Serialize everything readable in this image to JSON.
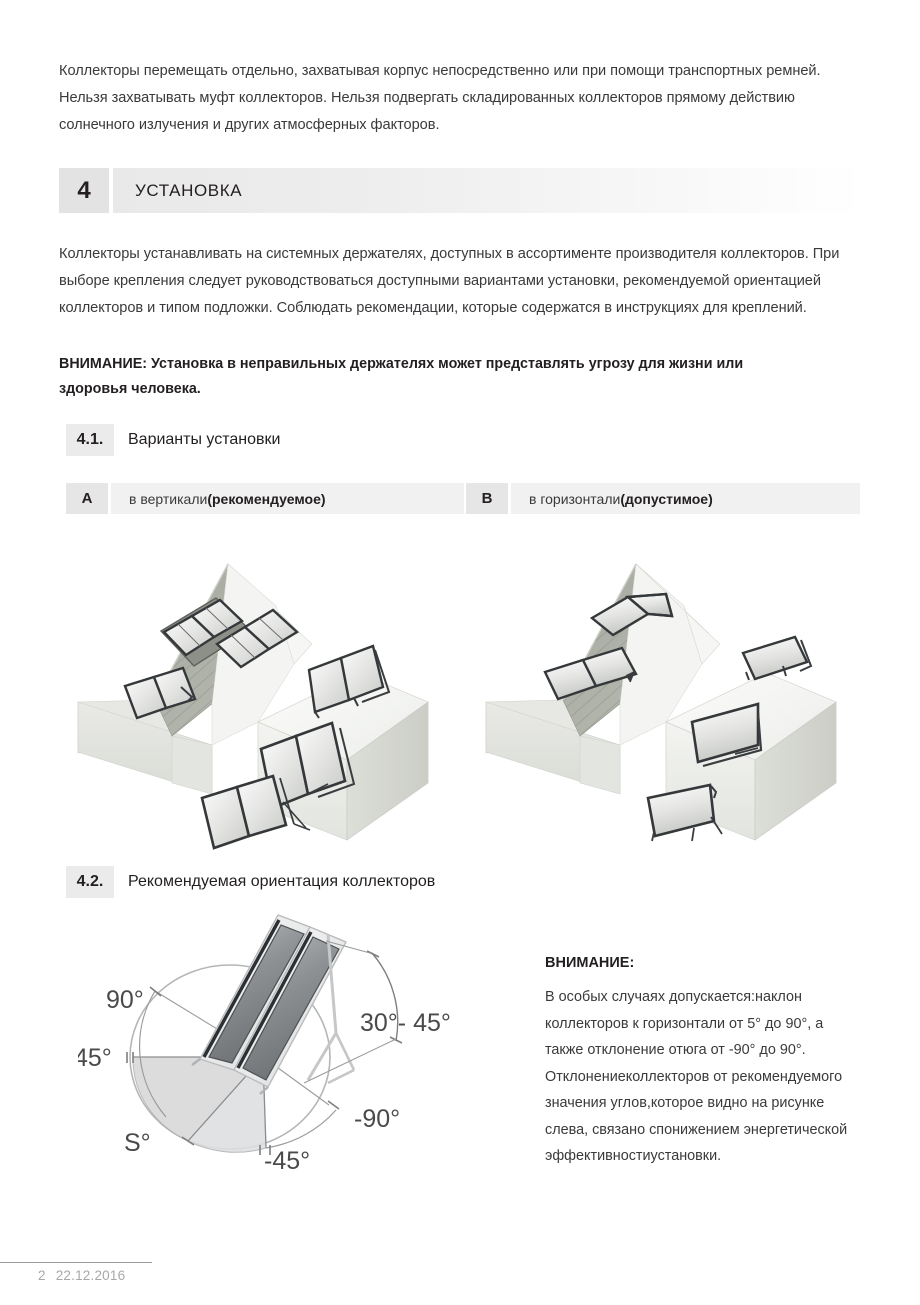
{
  "document": {
    "intro_paragraph": "Коллекторы перемещать отдельно, захватывая корпус непосредственно или при помощи транспортных ремней. Нельзя захватывать муфт коллекторов. Нельзя подвергать складированных коллекторов прямому действию солнечного излучения и других атмосферных факторов.",
    "section": {
      "number": "4",
      "title": "УСТАНОВКА",
      "body_paragraph": "Коллекторы устанавливать на системных держателях, доступных в ассортименте производителя коллекторов. При выборе крепления следует руководствоваться доступными вариантами установки, рекомендуемой ориентацией коллекторов и типом подложки. Соблюдать рекомендации, которые содержатся в инструкциях для креплений.",
      "warning_paragraph": "ВНИМАНИЕ: Установка в неправильных держателях может представлять угрозу для жизни или здоровья человека."
    },
    "subsection_41": {
      "number": "4.1.",
      "title": "Варианты установки",
      "options": [
        {
          "letter": "A",
          "text_plain": "в вертикали ",
          "text_bold": "(рекомендуемое)"
        },
        {
          "letter": "B",
          "text_plain": "в горизонтали ",
          "text_bold": "(допустимое)"
        }
      ]
    },
    "subsection_42": {
      "number": "4.2.",
      "title": "Рекомендуемая ориентация коллекторов",
      "diagram_labels": {
        "tilt_range": "30°- 45°",
        "vertical": "90°",
        "upper_left": "45°",
        "south": "S°",
        "lower_right": "-90°",
        "bottom": "-45°"
      },
      "note": {
        "title": "ВНИМАНИЕ:",
        "body": "В особых случаях допускается:наклон коллекторов к горизонтали от 5° до 90°, а также отклонение отюга от -90° до 90°. Отклонениеколлекторов от рекомендуемого значения углов,которое видно на рисунке слева, связано спонижением энергетической эффективностиустановки."
      }
    },
    "footer": {
      "page_number": "2",
      "date": "22.12.2016"
    },
    "colors": {
      "text": "#3a3a3c",
      "heading": "#231f20",
      "section_box": "#e3e3e3",
      "option_box": "#e6e6e6",
      "option_bar": "#f1f1f1",
      "footer": "#a8a8a8"
    }
  }
}
